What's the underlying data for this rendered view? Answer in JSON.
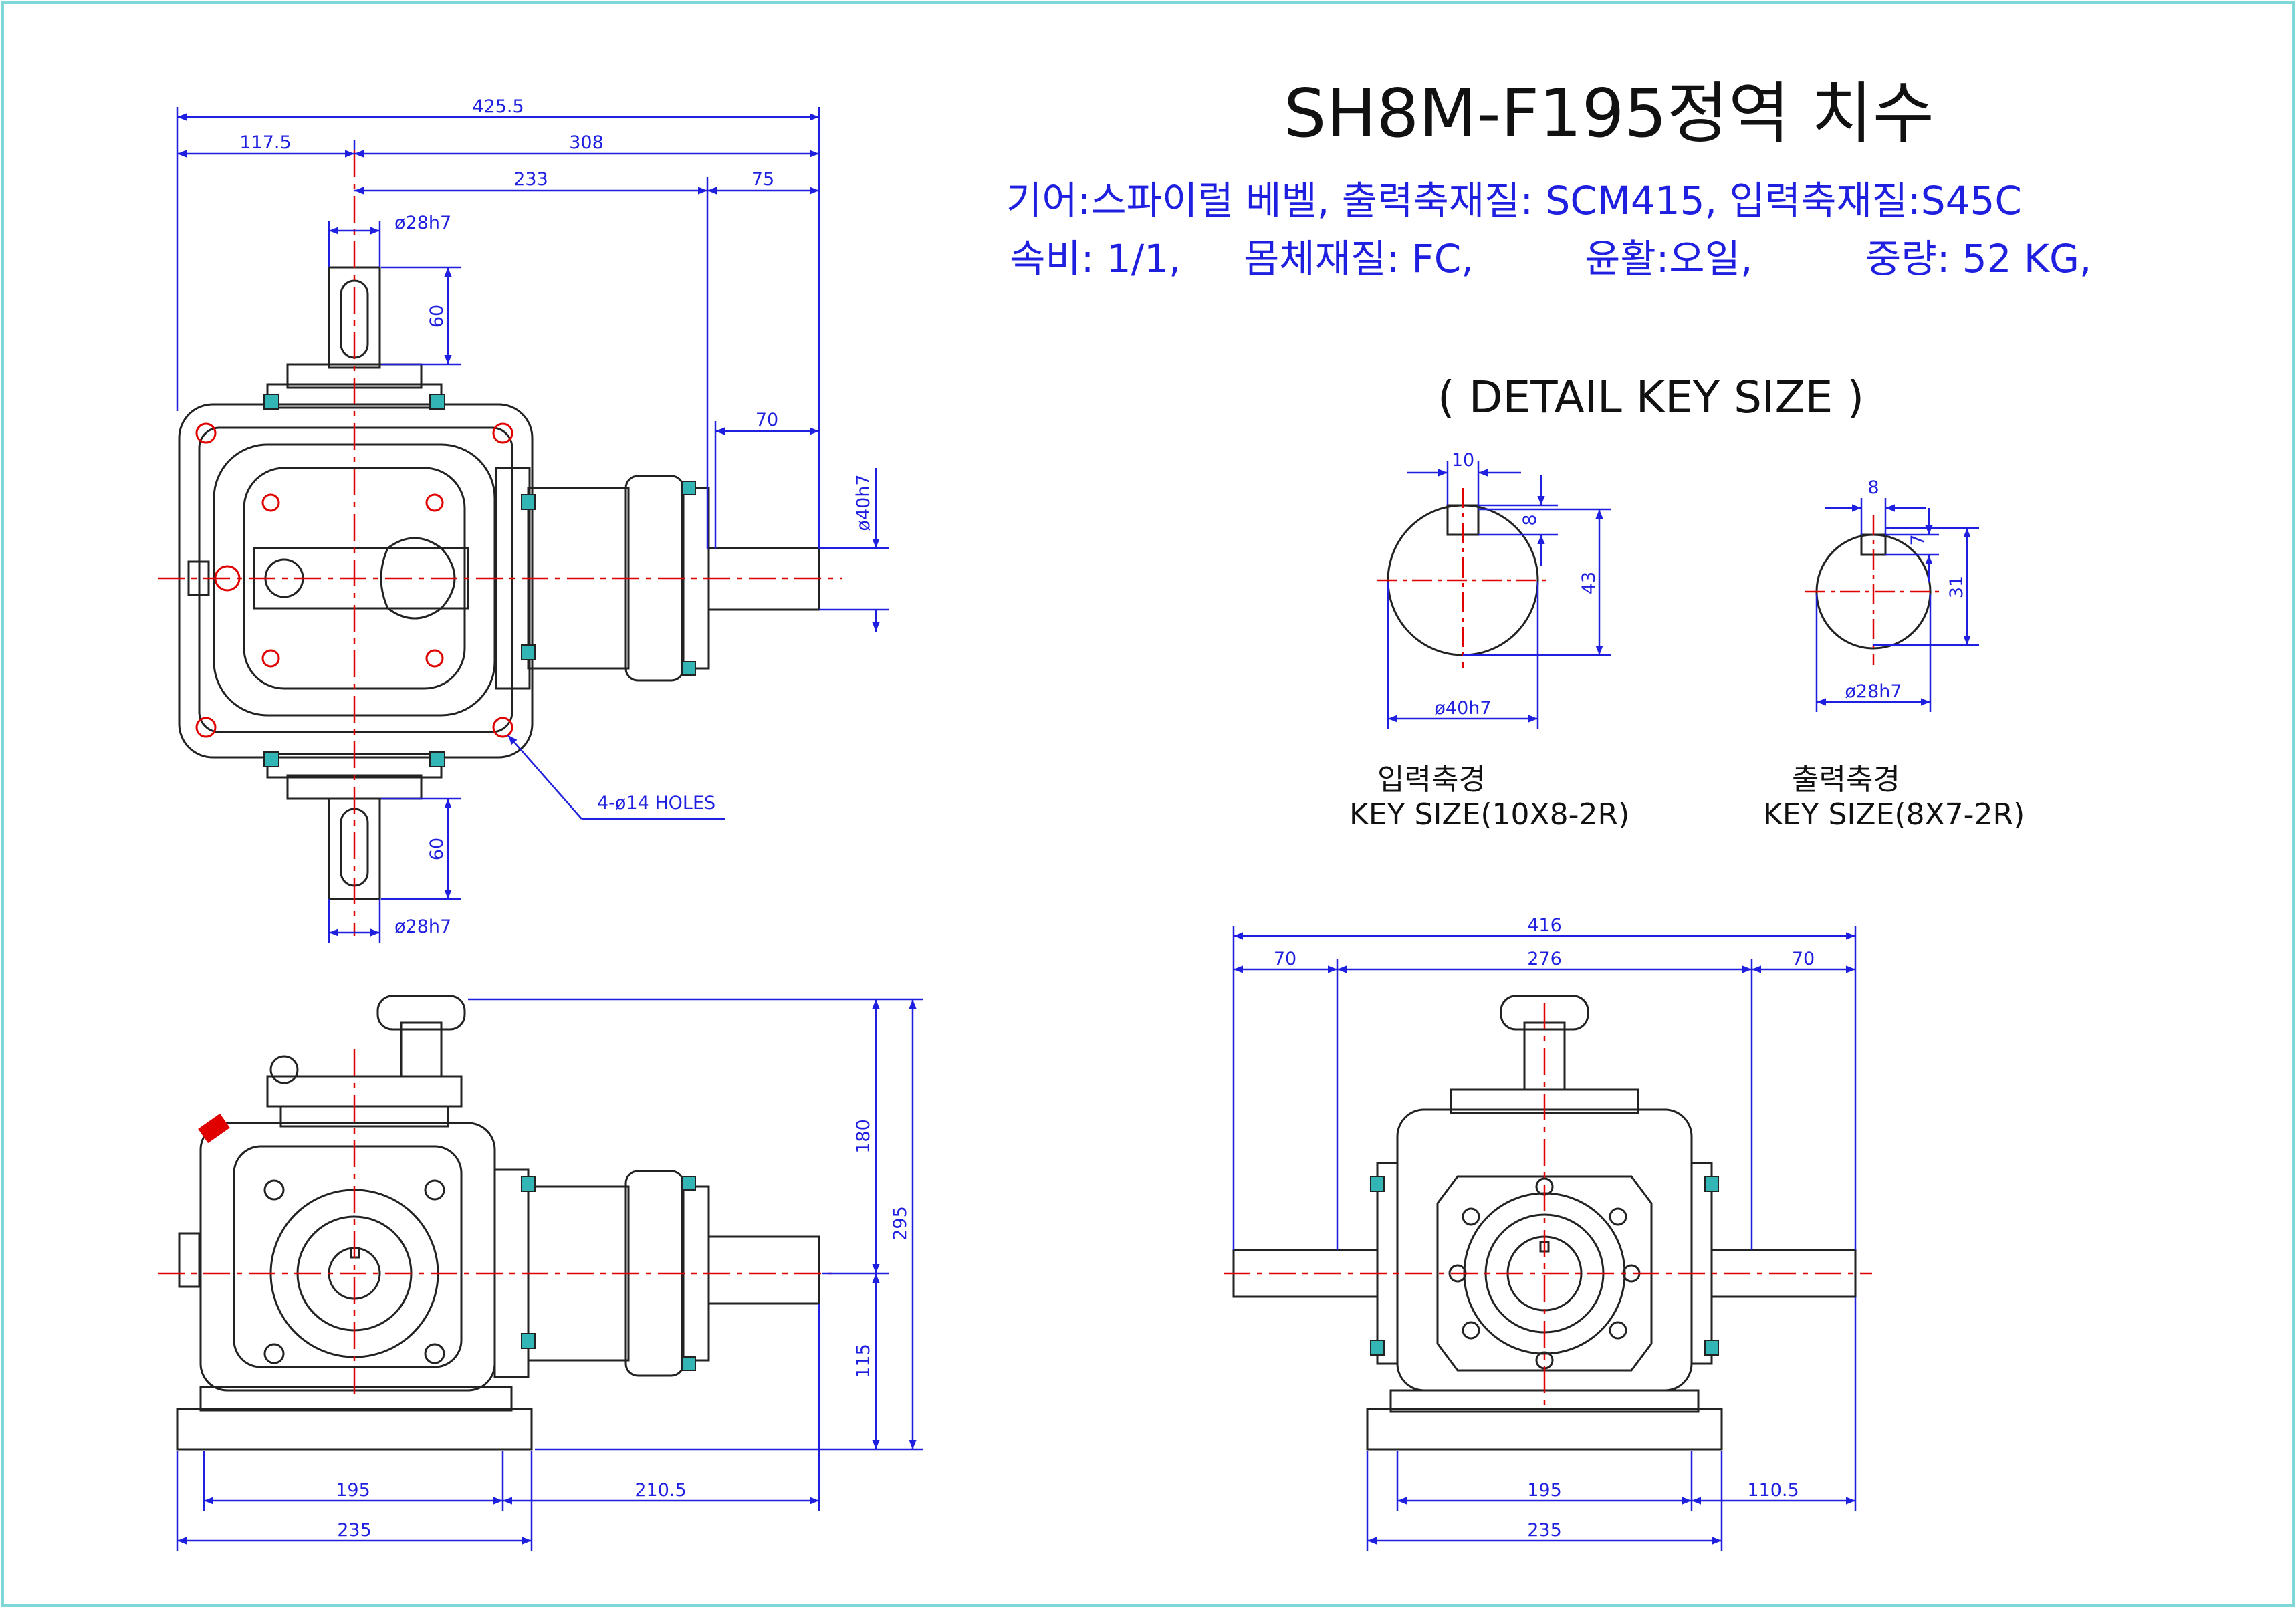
{
  "title": "SH8M-F195정역 치수",
  "specs": {
    "line1": "기어:스파이럴 베벨, 출력축재질: SCM415, 입력축재질:S45C",
    "line2_a": "속비: 1/1,",
    "line2_b": "몸체재질: FC,",
    "line2_c": "윤활:오일,",
    "line2_d": "중량: 52 KG,"
  },
  "detail": {
    "title": "( DETAIL KEY SIZE )",
    "input": {
      "width": "10",
      "depth": "8",
      "height": "43",
      "diameter": "ø40h7",
      "caption": "입력축경",
      "key": "KEY SIZE(10X8-2R)"
    },
    "output": {
      "width": "8",
      "depth": "7",
      "height": "31",
      "diameter": "ø28h7",
      "caption": "출력축경",
      "key": "KEY SIZE(8X7-2R)"
    }
  },
  "top_view": {
    "dims": {
      "overall": "425.5",
      "left": "117.5",
      "right": "308",
      "mid": "233",
      "end": "75",
      "shaft_top_dia": "ø28h7",
      "shaft_top_len": "60",
      "input_len": "70",
      "input_dia": "ø40h7",
      "shaft_bot_len": "60",
      "shaft_bot_dia": "ø28h7"
    },
    "holes_label": "4-ø14 HOLES"
  },
  "side_view": {
    "dims": {
      "upper": "180",
      "total": "295",
      "lower": "115",
      "base_inner": "195",
      "shaft_ext": "210.5",
      "base_outer": "235"
    }
  },
  "front_view": {
    "dims": {
      "overall": "416",
      "left": "70",
      "center": "276",
      "right": "70",
      "base_inner": "195",
      "offset": "110.5",
      "base_outer": "235"
    }
  },
  "colors": {
    "dimension": "#1f1fe0",
    "centerline": "#e00000",
    "outline": "#222222",
    "bolt_accent": "#33b5b5",
    "border": "#7fd8d8"
  }
}
